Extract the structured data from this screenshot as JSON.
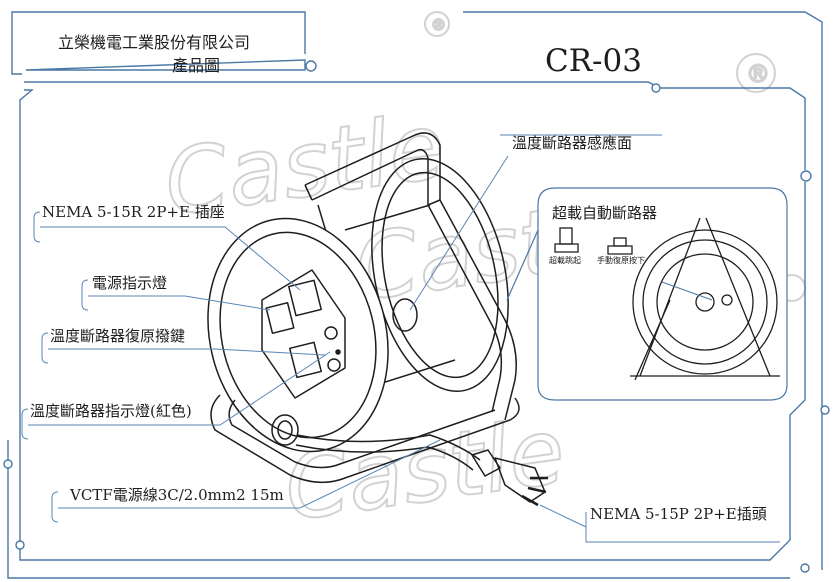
{
  "header": {
    "company_name": "立榮機電工業股份有限公司",
    "subtitle": "產品圖",
    "model": "CR-03"
  },
  "watermark": {
    "text": "Castle",
    "registered_mark": "®"
  },
  "callouts": {
    "thermal_sensor": "溫度斷路器感應面",
    "receptacle": "NEMA 5-15R 2P+E 插座",
    "power_lamp": "電源指示燈",
    "reset_switch": "溫度斷路器復原撥鍵",
    "breaker_lamp": "溫度斷路器指示燈(紅色)",
    "cable": "VCTF電源線3C/2.0mm2 15m",
    "plug": "NEMA 5-15P 2P+E插頭"
  },
  "inset": {
    "title": "超載自動斷路器",
    "label_trip": "超載跳起",
    "label_reset": "手動復原按下"
  },
  "colors": {
    "line": "#1e1e1e",
    "frame": "#4a78a6",
    "accent": "#5b86b5"
  }
}
